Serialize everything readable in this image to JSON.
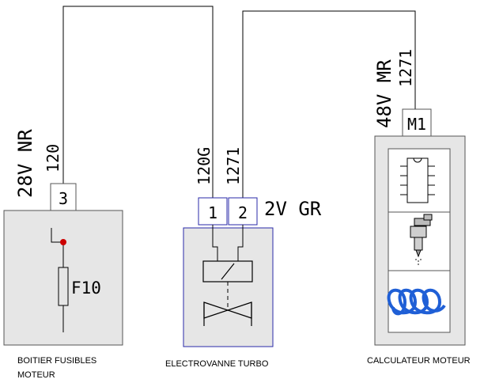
{
  "components": {
    "fuse_box": {
      "label_line1": "BOITIER FUSIBLES",
      "label_line2": "MOTEUR",
      "connector_pin": "3",
      "fuse_label": "F10",
      "wire_number": "120",
      "wire_spec": "28V NR"
    },
    "solenoid_valve": {
      "label": "ELECTROVANNE TURBO",
      "pin1": "1",
      "pin2": "2",
      "wire1_number": "120G",
      "wire2_number": "1271",
      "connector_spec": "2V GR"
    },
    "engine_ecu": {
      "label": "CALCULATEUR MOTEUR",
      "connector_pin": "M1",
      "wire_number": "1271",
      "wire_spec": "48V MR"
    }
  },
  "icons": [
    "ic-chip-icon",
    "injector-icon",
    "coil-spring-icon",
    "solenoid-coil-icon",
    "valve-icon",
    "fuse-icon"
  ],
  "colors": {
    "wire": "#000000",
    "box_fill": "#e6e6e6",
    "box_border": "#555555",
    "connector_blue": "#2a2aa8",
    "fuse_dot": "#cc0000",
    "coil_blue": "#1f5fd6"
  }
}
